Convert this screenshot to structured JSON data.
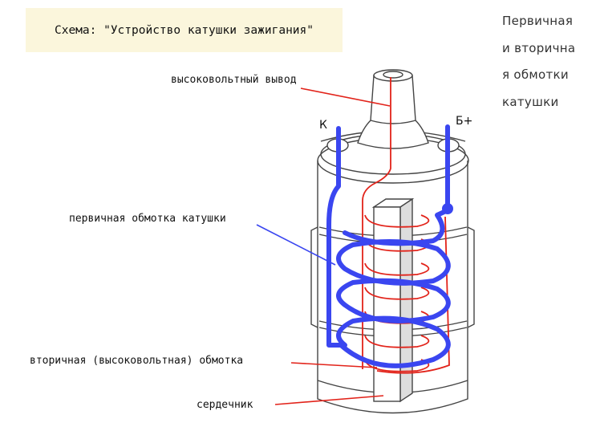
{
  "title": "Схема: \"Устройство катушки зажигания\"",
  "side_caption": [
    "Первичная",
    "и вторична",
    "я обмотки",
    "катушки"
  ],
  "labels": {
    "hv_output": "высоковольтный вывод",
    "primary": "первичная обмотка катушки",
    "secondary": "вторичная (высоковольтная) обмотка",
    "core": "сердечник"
  },
  "terminals": {
    "k": "К",
    "b_plus": "Б+"
  },
  "colors": {
    "primary_winding": "#3a46f0",
    "secondary_winding": "#e2231a",
    "outline": "#444444",
    "title_bg": "#fbf6dc"
  }
}
